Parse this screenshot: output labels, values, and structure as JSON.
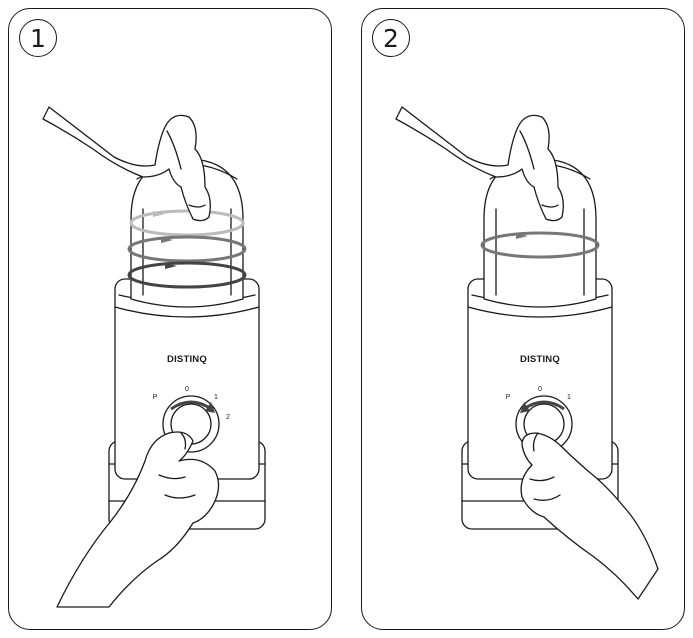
{
  "steps": [
    {
      "number": "1",
      "brand": "DISTINQ",
      "dial_labels": [
        "P",
        "0",
        "1",
        "2"
      ]
    },
    {
      "number": "2",
      "brand": "DISTINQ",
      "dial_labels": [
        "P",
        "0",
        "1"
      ]
    }
  ],
  "colors": {
    "line": "#1a1a1a",
    "arrow_dark": "#444444",
    "arrow_mid": "#777777",
    "arrow_light": "#bbbbbb"
  }
}
